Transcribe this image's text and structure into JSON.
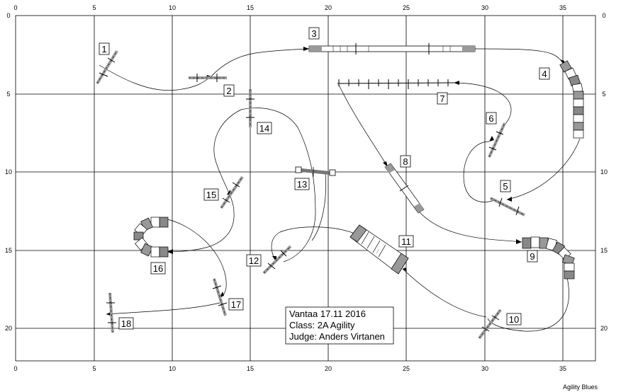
{
  "x_ticks": [
    "0",
    "5",
    "10",
    "15",
    "20",
    "25",
    "30",
    "35"
  ],
  "y_ticks": [
    "0",
    "5",
    "10",
    "15",
    "20"
  ],
  "obstacle_numbers": [
    "1",
    "2",
    "3",
    "4",
    "5",
    "6",
    "7",
    "8",
    "9",
    "10",
    "11",
    "12",
    "13",
    "14",
    "15",
    "16",
    "17",
    "18"
  ],
  "info": {
    "line1": "Vantaa 17.11 2016",
    "line2": "Class: 2A Agility",
    "line3": "Judge: Anders Virtanen"
  },
  "credit": "Agility Blues",
  "colors": {
    "grid": "#000000",
    "obstacle_dark": "#8c8c8c",
    "obstacle_mid": "#a8a8a8",
    "path": "#000000"
  }
}
